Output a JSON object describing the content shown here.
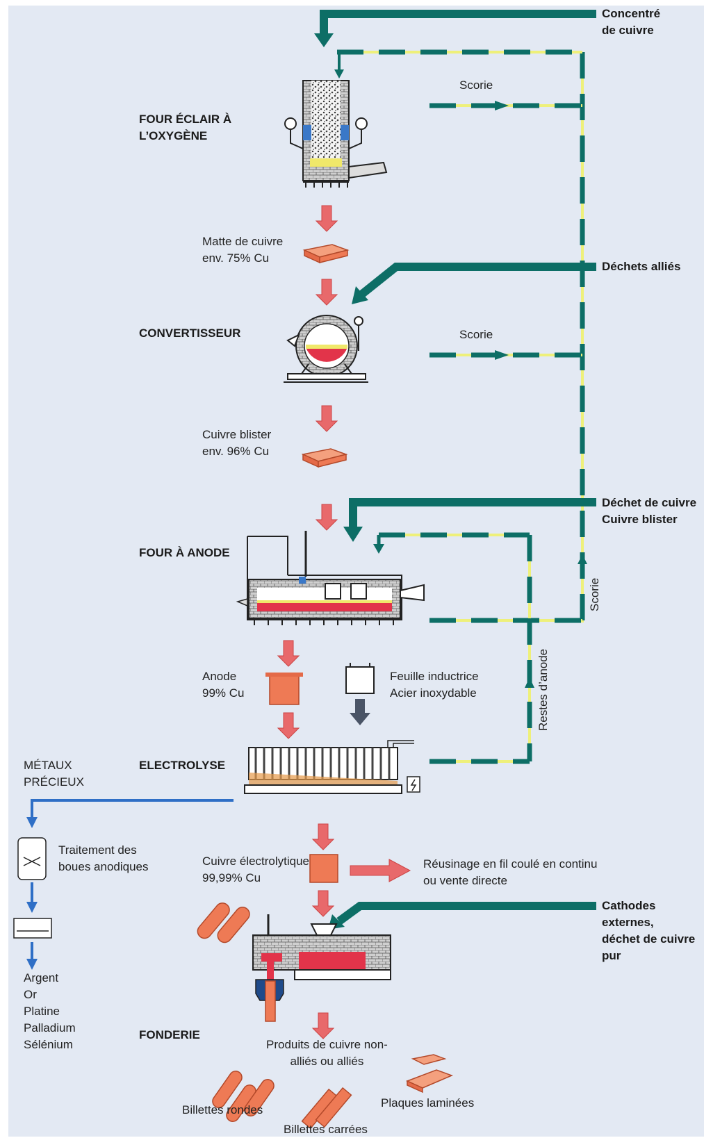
{
  "stages": {
    "flash_furnace": "FOUR ÉCLAIR À\nL’OXYGÈNE",
    "converter": "CONVERTISSEUR",
    "anode_furnace": "FOUR À ANODE",
    "electrolysis": "ELECTROLYSE",
    "foundry": "FONDERIE"
  },
  "inputs": {
    "concentrate": "Concentré\nde cuivre",
    "alloyed_scrap": "Déchets alliés",
    "copper_scrap": "Déchet de cuivre\nCuivre blister",
    "external_cathodes": "Cathodes externes,\ndéchet de cuivre\npur"
  },
  "flows": {
    "slag_1": "Scorie",
    "slag_2": "Scorie",
    "slag_3": "Scorie",
    "anode_remains": "Restes d’anode",
    "copper_matte": "Matte de cuivre\nenv. 75% Cu",
    "blister_copper": "Cuivre blister\nenv. 96% Cu",
    "anode": "Anode\n99% Cu",
    "starter_sheet": "Feuille inductrice\nAcier inoxydable",
    "electrolytic_copper": "Cuivre électrolytique\n99,99% Cu",
    "rework": "Réusinage en fil coulé en continu\nou vente directe"
  },
  "precious": {
    "title": "MÉTAUX\nPRÉCIEUX",
    "treatment": "Traitement des\nboues anodiques",
    "metals": "Argent\nOr\nPlatine\nPalladium\nSélénium"
  },
  "products": {
    "title": "Produits de cuivre non-\nalliés ou alliés",
    "round_billets": "Billettes rondes",
    "square_billets": "Billettes carrées",
    "rolled_plates": "Plaques laminées"
  },
  "colors": {
    "background": "#e3e9f3",
    "teal": "#0d6e66",
    "yellow": "#eef07a",
    "red_arrow": "#e8696b",
    "blue": "#2f6fc6",
    "dark_arrow": "#4a5466",
    "copper": "#ee7a55",
    "molten": "#e2344a"
  }
}
